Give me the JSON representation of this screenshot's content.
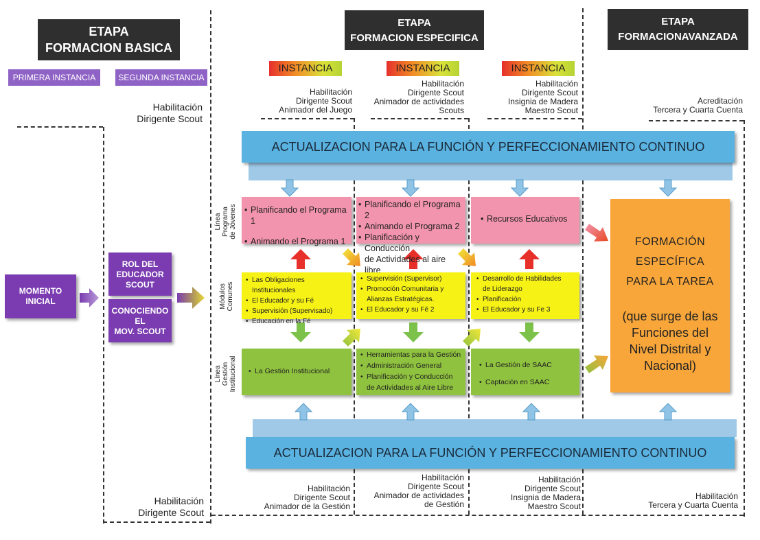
{
  "stages": [
    {
      "line1": "ETAPA",
      "line2": "FORMACION BASICA"
    },
    {
      "line1": "ETAPA",
      "line2": "FORMACION ESPECIFICA"
    },
    {
      "line1": "ETAPA",
      "line2": "FORMACIONAVANZADA"
    }
  ],
  "basic_instances": [
    "PRIMERA INSTANCIA",
    "SEGUNDA INSTANCIA"
  ],
  "instance_label": "INSTANCIA",
  "top_notes": {
    "basic": [
      "Habilitación",
      "Dirigente Scout"
    ],
    "col1": [
      "Habilitación",
      "Dirigente Scout",
      "Animador del Juego"
    ],
    "col2": [
      "Habilitación",
      "Dirigente Scout",
      "Animador de actividades",
      "Scouts"
    ],
    "col3": [
      "Habilitación",
      "Dirigente Scout",
      "Insignia de Madera",
      "Maestro Scout"
    ],
    "advanced": [
      "Acreditación",
      "Tercera y Cuarta Cuenta"
    ]
  },
  "bottom_notes": {
    "basic": [
      "Habilitación",
      "Dirigente Scout"
    ],
    "col1": [
      "Habilitación",
      "Dirigente Scout",
      "Animador de la Gestión"
    ],
    "col2": [
      "Habilitación",
      "Dirigente Scout",
      "Animador de actividades",
      "de Gestión"
    ],
    "col3": [
      "Habilitación",
      "Dirigente Scout",
      "Insignia de Madera",
      "Maestro Scout"
    ],
    "advanced": [
      "Habilitación",
      "Tercera y Cuarta Cuenta"
    ]
  },
  "band_text": "ACTUALIZACION PARA LA FUNCIÓN  Y PERFECCIONAMIENTO CONTINUO",
  "row_labels": {
    "programa": [
      "Línea",
      "Programa",
      "de Jóvenes"
    ],
    "modulos": [
      "Módulos",
      "Comunes"
    ],
    "gestion": [
      "Línea",
      "Gestión",
      "Institucional"
    ]
  },
  "programa": {
    "col1": [
      "Planificando el Programa 1",
      "Animando el Programa 1"
    ],
    "col2": [
      "Planificando el Programa 2",
      "Animando el Programa 2",
      "Planificación y Conducción",
      "de Actividades al aire libre"
    ],
    "col3": [
      "Recursos Educativos"
    ]
  },
  "modulos": {
    "col1": [
      "Las Obligaciones Institucionales",
      "El Educador y su Fé",
      "Supervisión (Supervisado)",
      "Educación en la Fé"
    ],
    "col2": [
      "Supervisión (Supervisor)",
      "Promoción Comunitaria y",
      "Alianzas Estratégicas.",
      "El Educador y su Fé 2"
    ],
    "col3": [
      "Desarrollo de Habilidades",
      "de Liderazgo",
      "Planificación",
      "El Educador y su Fe 3"
    ]
  },
  "gestion": {
    "col1": [
      "La Gestión Institucional"
    ],
    "col2": [
      "Herramientas para la Gestión",
      "Administración General",
      "Planificación y Conducción",
      "de Actividades al Aire Libre"
    ],
    "col3": [
      "La Gestión de SAAC",
      "Captación en SAAC"
    ]
  },
  "momento": [
    "MOMENTO",
    "INICIAL"
  ],
  "rol": [
    "ROL DEL",
    "EDUCADOR",
    "SCOUT"
  ],
  "conociendo": [
    "CONOCIENDO",
    "EL",
    "MOV. SCOUT"
  ],
  "orange": {
    "title": [
      "FORMACIÓN",
      "ESPECÍFICA",
      "PARA LA TAREA"
    ],
    "sub": [
      "(que surge de las",
      "Funciones del",
      "Nivel Distrital y",
      "Nacional)"
    ]
  },
  "colors": {
    "stage_header": "#2f2f2f",
    "instance_purple": "#8f63c6",
    "band_blue": "#5ab2e0",
    "pink": "#f294ad",
    "yellow": "#f7f215",
    "green": "#8fc23e",
    "purple_box": "#7a3cb0",
    "orange": "#f8a63a",
    "arrow_red": "#e8302a",
    "arrow_green": "#7cc24a",
    "arrow_blue": "#8fc4e6"
  }
}
